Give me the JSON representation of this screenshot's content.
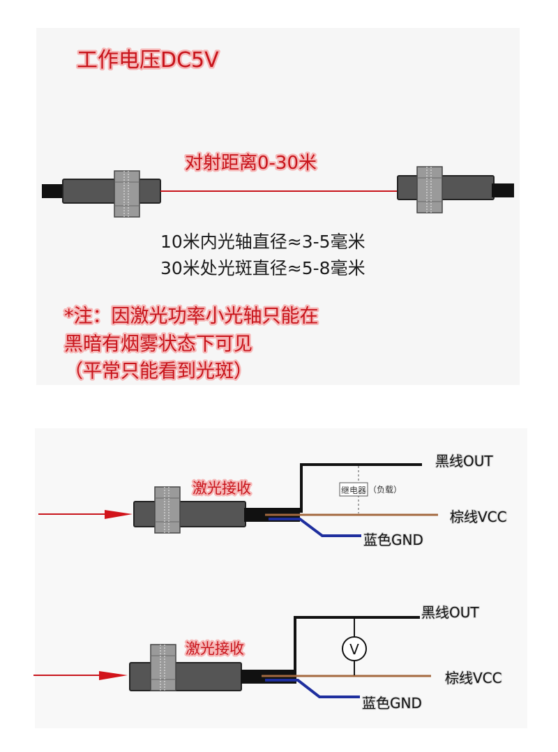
{
  "top": {
    "voltage": "工作电压DC5V",
    "distance": "对射距离0-30米",
    "spec_line1": "10米内光轴直径≈3-5毫米",
    "spec_line2": "30米处光斑直径≈5-8毫米",
    "note_line1": "*注：因激光功率小光轴只能在",
    "note_line2": "黑暗有烟雾状态下可见",
    "note_line3": "（平常只能看到光斑）"
  },
  "wiring1": {
    "receiver_label": "激光接收",
    "out_label": "黑线OUT",
    "vcc_label": "棕线VCC",
    "gnd_label": "蓝色GND",
    "relay_label": "继电器",
    "load_label": "（负载）"
  },
  "wiring2": {
    "receiver_label": "激光接收",
    "out_label": "黑线OUT",
    "vcc_label": "棕线VCC",
    "gnd_label": "蓝色GND",
    "meter_label": "V"
  },
  "colors": {
    "red": "#c8141b",
    "brown": "#a4693f",
    "blue": "#1f2f9e",
    "sensor_body": "#555555",
    "flange": "#9a9a9a"
  }
}
